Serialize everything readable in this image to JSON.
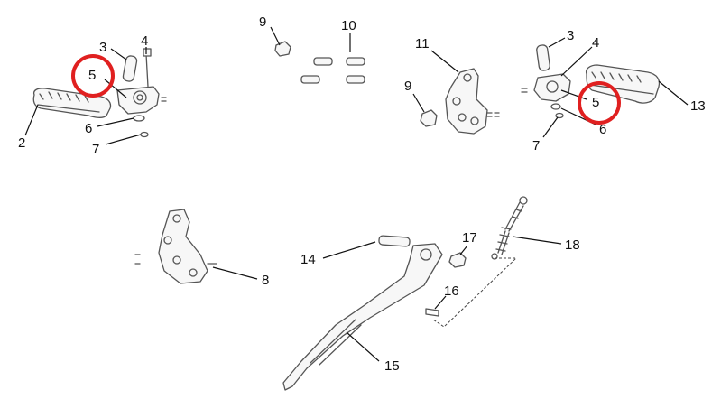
{
  "callouts": [
    {
      "id": "c2",
      "label": "2"
    },
    {
      "id": "c3a",
      "label": "3"
    },
    {
      "id": "c4a",
      "label": "4"
    },
    {
      "id": "c5a",
      "label": "5"
    },
    {
      "id": "c6a",
      "label": "6"
    },
    {
      "id": "c7a",
      "label": "7"
    },
    {
      "id": "c9a",
      "label": "9"
    },
    {
      "id": "c10",
      "label": "10"
    },
    {
      "id": "c11",
      "label": "11"
    },
    {
      "id": "c9b",
      "label": "9"
    },
    {
      "id": "c3b",
      "label": "3"
    },
    {
      "id": "c4b",
      "label": "4"
    },
    {
      "id": "c5b",
      "label": "5"
    },
    {
      "id": "c6b",
      "label": "6"
    },
    {
      "id": "c7b",
      "label": "7"
    },
    {
      "id": "c13",
      "label": "13"
    },
    {
      "id": "c8",
      "label": "8"
    },
    {
      "id": "c14",
      "label": "14"
    },
    {
      "id": "c15",
      "label": "15"
    },
    {
      "id": "c16",
      "label": "16"
    },
    {
      "id": "c17",
      "label": "17"
    },
    {
      "id": "c18",
      "label": "18"
    }
  ],
  "highlight": {
    "color": "#e02020",
    "highlighted_labels": [
      "5",
      "5"
    ]
  }
}
